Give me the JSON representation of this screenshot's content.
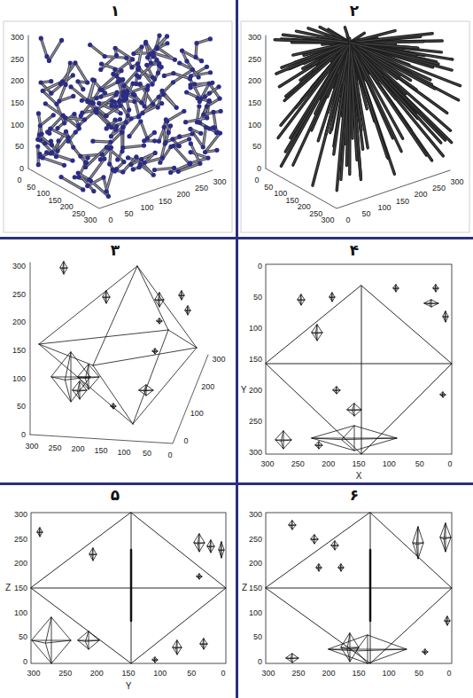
{
  "diagram": {
    "labels": [
      "۱",
      "300",
      "250",
      "200",
      "150",
      "100",
      "50",
      "0",
      "0",
      "50",
      "100",
      "150",
      "200",
      "250",
      "300",
      "0",
      "50",
      "100",
      "150",
      "200",
      "250",
      "300",
      "۲",
      "300",
      "250",
      "200",
      "150",
      "100",
      "50",
      "0",
      "0",
      "50",
      "100",
      "150",
      "200",
      "250",
      "300",
      "0",
      "50",
      "100",
      "150",
      "200",
      "250",
      "300",
      "۳",
      "300",
      "250",
      "200",
      "150",
      "100",
      "50",
      "0",
      "300",
      "250",
      "200",
      "150",
      "100",
      "50",
      "0",
      "300",
      "200",
      "100",
      "0",
      "۴",
      "0",
      "50",
      "100",
      "150",
      "200",
      "250",
      "300",
      "Y",
      "300",
      "250",
      "200",
      "150",
      "100",
      "50",
      "0",
      "X",
      "۵",
      "300",
      "250",
      "200",
      "150",
      "100",
      "50",
      "0",
      "Z",
      "300",
      "250",
      "200",
      "150",
      "100",
      "50",
      "0",
      "Y",
      "۶",
      "300",
      "250",
      "200",
      "150",
      "100",
      "50",
      "0",
      "Z",
      "300",
      "250",
      "200",
      "150",
      "100",
      "50",
      "0"
    ]
  }
}
